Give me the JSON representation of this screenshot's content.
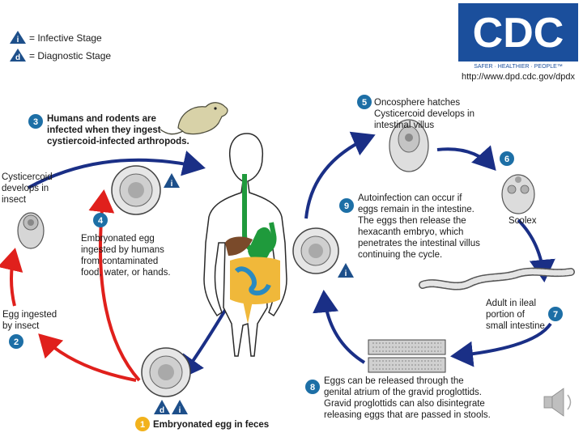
{
  "legend": {
    "infective_letter": "i",
    "infective_label": "= Infective Stage",
    "diagnostic_letter": "d",
    "diagnostic_label": "= Diagnostic Stage"
  },
  "logo": {
    "text": "CDC",
    "tagline": "SAFER · HEALTHIER · PEOPLE™",
    "url": "http://www.dpd.cdc.gov/dpdx"
  },
  "stages": [
    {
      "num": "1",
      "lines": [
        "Embryonated egg in feces"
      ]
    },
    {
      "num": "2",
      "lines": [
        "Egg ingested",
        "by insect"
      ]
    },
    {
      "num": "3",
      "lines": [
        "Humans and rodents are",
        "infected when they ingest",
        "cystiercoid-infected arthropods."
      ]
    },
    {
      "num": "4",
      "lines": [
        "Embryonated egg",
        "ingested by humans",
        "from contaminated",
        "food, water, or hands."
      ]
    },
    {
      "num": "5",
      "lines": [
        "Oncosphere hatches",
        "Cysticercoid develops in",
        "intestinal villus"
      ]
    },
    {
      "num": "6",
      "lines": []
    },
    {
      "num": "7",
      "lines": [
        "Adult in ileal",
        "portion of",
        "small intestine"
      ]
    },
    {
      "num": "8",
      "lines": [
        "Eggs can be released through the",
        "genital atrium of the gravid proglottids.",
        "Gravid proglottids can also disintegrate",
        "releasing eggs that are passed in stools."
      ]
    },
    {
      "num": "9",
      "lines": [
        "Autoinfection can occur if",
        "eggs remain in the intestine.",
        "The eggs then release the",
        "hexacanth embryo, which",
        "penetrates the intestinal villus",
        "continuing the cycle."
      ]
    }
  ],
  "labels": {
    "cysticercoid": [
      "Cysticercoid",
      "develops in",
      "insect"
    ],
    "scolex": "Scolex"
  },
  "colors": {
    "blue_arrow": "#1a2f86",
    "red_arrow": "#e0201c",
    "badge": "#1d6fa6",
    "badge_yellow": "#f2b21c",
    "cdc_blue": "#1b4f9c"
  }
}
